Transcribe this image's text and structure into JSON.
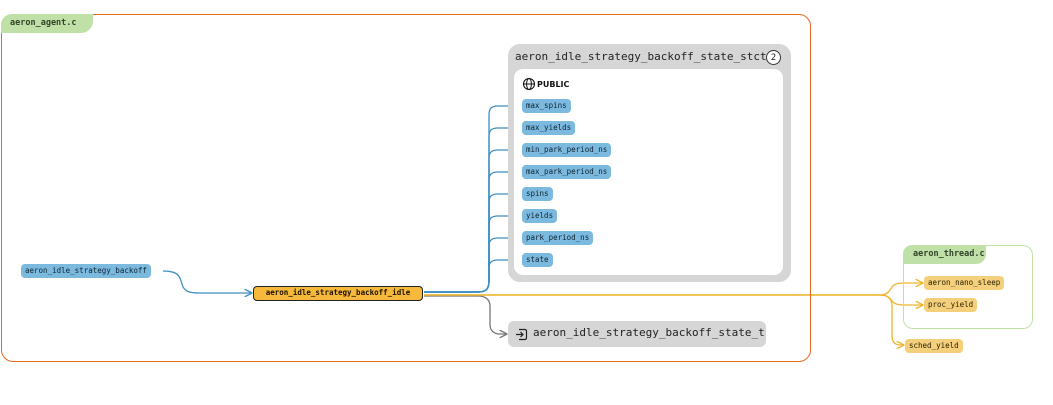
{
  "clusters": {
    "agent_file": "aeron_agent.c",
    "thread_file": "aeron_thread.c"
  },
  "struct": {
    "name": "aeron_idle_strategy_backoff_state_stct",
    "badge": "2",
    "visibility": "PUBLIC",
    "fields": [
      "max_spins",
      "max_yields",
      "min_park_period_ns",
      "max_park_period_ns",
      "spins",
      "yields",
      "park_period_ns",
      "state"
    ]
  },
  "nodes": {
    "caller": "aeron_idle_strategy_backoff",
    "main": "aeron_idle_strategy_backoff_idle",
    "typedef": "aeron_idle_strategy_backoff_state_t",
    "thread_nano_sleep": "aeron_nano_sleep",
    "thread_proc_yield": "proc_yield",
    "sched_yield": "sched_yield"
  },
  "colors": {
    "cluster_border": "#e8681c",
    "cluster_tab": "#bfe0a6",
    "field_fill": "#7cb9de",
    "main_fill": "#f6b93b",
    "external_fill": "#f4cf7c",
    "edge_blue": "#3d8fc1",
    "edge_yellow": "#efb52d",
    "edge_gray": "#777777"
  },
  "icons": {
    "visibility": "globe-icon",
    "typedef": "enter-box-icon",
    "badge": "count-badge"
  }
}
